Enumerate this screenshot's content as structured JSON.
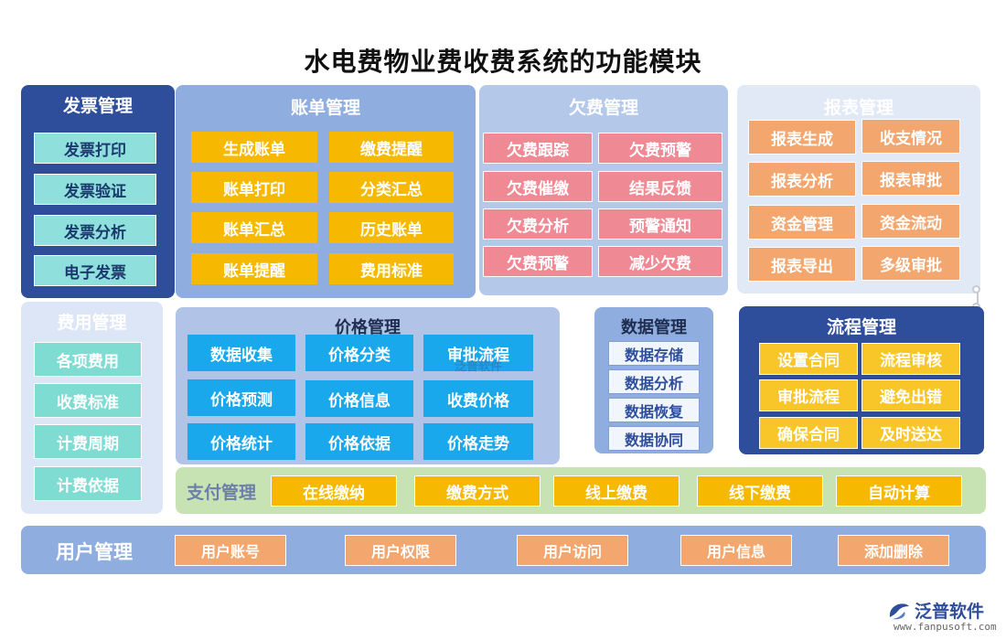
{
  "title": "水电费物业费收费系统的功能模块",
  "invoice": {
    "title": "发票管理",
    "items": [
      "发票打印",
      "发票验证",
      "发票分析",
      "电子发票"
    ]
  },
  "bill": {
    "title": "账单管理",
    "items": [
      "生成账单",
      "缴费提醒",
      "账单打印",
      "分类汇总",
      "账单汇总",
      "历史账单",
      "账单提醒",
      "费用标准"
    ]
  },
  "arrears": {
    "title": "欠费管理",
    "items": [
      "欠费跟踪",
      "欠费预警",
      "欠费催缴",
      "结果反馈",
      "欠费分析",
      "预警通知",
      "欠费预警",
      "减少欠费"
    ]
  },
  "report": {
    "title": "报表管理",
    "items": [
      "报表生成",
      "收支情况",
      "报表分析",
      "报表审批",
      "资金管理",
      "资金流动",
      "报表导出",
      "多级审批"
    ]
  },
  "fee": {
    "title": "费用管理",
    "items": [
      "各项费用",
      "收费标准",
      "计费周期",
      "计费依据"
    ]
  },
  "price": {
    "title": "价格管理",
    "items": [
      "数据收集",
      "价格分类",
      "审批流程",
      "价格预测",
      "价格信息",
      "收费价格",
      "价格统计",
      "价格依据",
      "价格走势"
    ]
  },
  "data_mgmt": {
    "title": "数据管理",
    "items": [
      "数据存储",
      "数据分析",
      "数据恢复",
      "数据协同"
    ]
  },
  "flow": {
    "title": "流程管理",
    "items": [
      "设置合同",
      "流程审核",
      "审批流程",
      "避免出错",
      "确保合同",
      "及时送达"
    ]
  },
  "pay": {
    "title": "支付管理",
    "items": [
      "在线缴纳",
      "缴费方式",
      "线上缴费",
      "线下缴费",
      "自动计算"
    ]
  },
  "user": {
    "title": "用户管理",
    "items": [
      "用户账号",
      "用户权限",
      "用户访问",
      "用户信息",
      "添加删除"
    ]
  },
  "watermark": "泛普软件",
  "logo": {
    "text": "泛普软件",
    "url": "www.fanpusoft.com",
    "icon": "fanpu-logo-icon"
  },
  "colors": {
    "dark_blue": "#2e4e9c",
    "mid_blue": "#8faedf",
    "yellow": "#f6b800",
    "pink": "#ef8a95",
    "orange": "#f3a76f",
    "teal": "#7fdcd3",
    "sky": "#19a8ec",
    "green": "#c8e3b3"
  }
}
